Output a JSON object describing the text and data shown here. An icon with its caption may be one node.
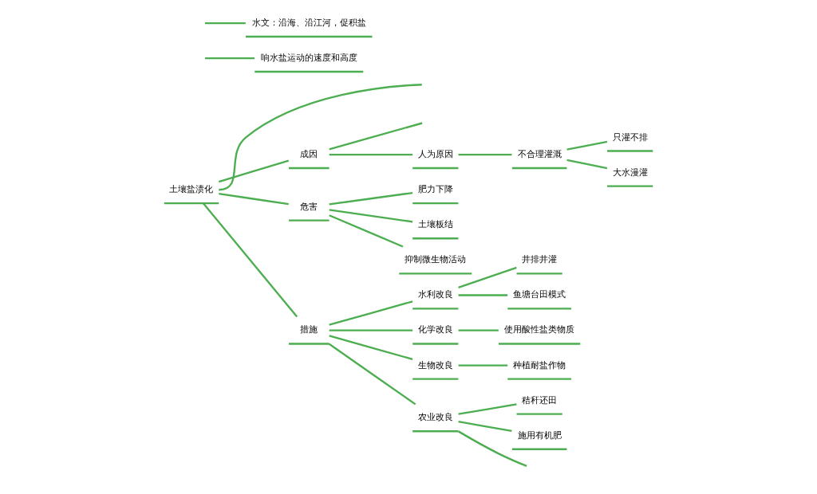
{
  "diagram": {
    "nodes": [
      {
        "text": [
          "土壤盐渍化"
        ]
      },
      {
        "text": [
          "成因"
        ]
      },
      {
        "text": [
          "响水盐运动的速度和高度"
        ]
      },
      {
        "text": [
          "水文：沿海、沿江河，促积盐"
        ]
      },
      {
        "text": [
          "人为原因"
        ]
      },
      {
        "text": [
          "不合理灌溉"
        ]
      },
      {
        "text": [
          "只灌不排"
        ]
      },
      {
        "text": [
          "大水漫灌"
        ]
      },
      {
        "text": [
          "危害"
        ]
      },
      {
        "text": [
          "肥力下降"
        ]
      },
      {
        "text": [
          "土壤板结"
        ]
      },
      {
        "text": [
          "抑制微生物活动"
        ]
      },
      {
        "text": [
          "措施"
        ]
      },
      {
        "text": [
          "水利改良"
        ]
      },
      {
        "text": [
          "井排井灌"
        ]
      },
      {
        "text": [
          "鱼塘台田模式"
        ]
      },
      {
        "text": [
          "化学改良"
        ]
      },
      {
        "text": [
          "使用酸性盐类物质"
        ]
      },
      {
        "text": [
          "生物改良"
        ]
      },
      {
        "text": [
          "种植耐盐作物"
        ]
      },
      {
        "text": [
          "农业改良"
        ]
      },
      {
        "text": [
          "秸秆还田"
        ]
      },
      {
        "text": [
          "施用有机肥"
        ]
      }
    ],
    "edges": [
      {
        "from": 0,
        "to": null,
        "arrow": "none"
      },
      {
        "from": 0,
        "to": 1,
        "arrow": "none"
      },
      {
        "from": 1,
        "to": null,
        "arrow": "none"
      },
      {
        "from": null,
        "to": 2,
        "arrow": "none"
      },
      {
        "from": null,
        "to": 3,
        "arrow": "none"
      },
      {
        "from": 1,
        "to": 4,
        "arrow": "none"
      },
      {
        "from": 4,
        "to": 5,
        "arrow": "none"
      },
      {
        "from": 5,
        "to": 6,
        "arrow": "none"
      },
      {
        "from": 5,
        "to": 7,
        "arrow": "none"
      },
      {
        "from": 0,
        "to": 8,
        "arrow": "none"
      },
      {
        "from": 8,
        "to": 9,
        "arrow": "none"
      },
      {
        "from": 8,
        "to": 10,
        "arrow": "none"
      },
      {
        "from": 8,
        "to": 11,
        "arrow": "none"
      },
      {
        "from": 0,
        "to": 12,
        "arrow": "none"
      },
      {
        "from": 12,
        "to": 13,
        "arrow": "none"
      },
      {
        "from": 13,
        "to": 14,
        "arrow": "none"
      },
      {
        "from": 13,
        "to": 15,
        "arrow": "none"
      },
      {
        "from": 12,
        "to": 16,
        "arrow": "none"
      },
      {
        "from": 16,
        "to": 17,
        "arrow": "none"
      },
      {
        "from": 12,
        "to": 18,
        "arrow": "none"
      },
      {
        "from": 18,
        "to": 19,
        "arrow": "none"
      },
      {
        "from": 12,
        "to": 20,
        "arrow": "none"
      },
      {
        "from": 20,
        "to": 21,
        "arrow": "none"
      },
      {
        "from": 20,
        "to": 22,
        "arrow": "none"
      },
      {
        "from": 20,
        "to": null,
        "arrow": "none"
      }
    ]
  }
}
